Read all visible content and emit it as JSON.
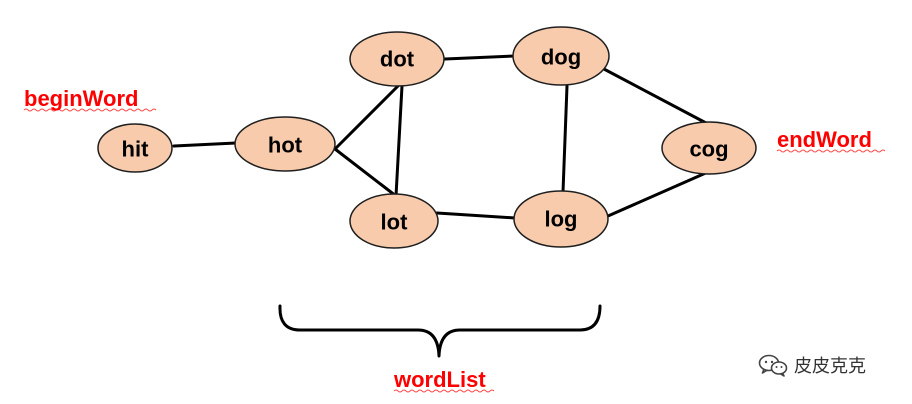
{
  "diagram": {
    "labels": {
      "begin_word": "beginWord",
      "end_word": "endWord",
      "word_list": "wordList"
    },
    "nodes": [
      {
        "id": "hit",
        "label": "hit"
      },
      {
        "id": "hot",
        "label": "hot"
      },
      {
        "id": "dot",
        "label": "dot"
      },
      {
        "id": "lot",
        "label": "lot"
      },
      {
        "id": "dog",
        "label": "dog"
      },
      {
        "id": "log",
        "label": "log"
      },
      {
        "id": "cog",
        "label": "cog"
      }
    ],
    "edges": [
      [
        "hit",
        "hot"
      ],
      [
        "hot",
        "dot"
      ],
      [
        "hot",
        "lot"
      ],
      [
        "dot",
        "lot"
      ],
      [
        "dot",
        "dog"
      ],
      [
        "lot",
        "log"
      ],
      [
        "dog",
        "log"
      ],
      [
        "dog",
        "cog"
      ],
      [
        "log",
        "cog"
      ]
    ],
    "colors": {
      "node_fill": "#f8cbad",
      "label_red": "#ff0000"
    }
  },
  "watermark": {
    "icon": "wechat-icon",
    "text": "皮皮克克"
  }
}
